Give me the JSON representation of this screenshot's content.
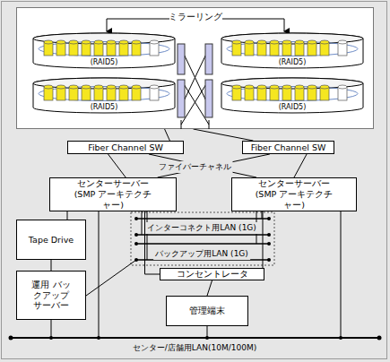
{
  "diagram": {
    "nodes": [
      {
        "text": [
          "ミラーリング"
        ]
      },
      {
        "text": [
          "(RAID5)"
        ],
        "in": 0
      },
      {
        "text": [
          "(RAID5)"
        ],
        "in": 0
      },
      {
        "text": [
          "(RAID5)"
        ],
        "in": 0
      },
      {
        "text": [
          "(RAID5)"
        ],
        "in": 0
      },
      {
        "text": [
          "Fiber Channel SW"
        ]
      },
      {
        "text": [
          "Fiber Channel SW"
        ]
      },
      {
        "text": [
          "センターサーバー (SMP アーキテクチャー)"
        ]
      },
      {
        "text": [
          "センターサーバー (SMP アーキテクチャー)"
        ]
      },
      {
        "text": [
          "Tape Drive"
        ]
      },
      {
        "text": [
          "運用 バックアップ サーバー"
        ]
      },
      {
        "text": [
          "コンセントレータ"
        ]
      },
      {
        "text": [
          "管理端末"
        ]
      }
    ],
    "edges": [
      {
        "from": 0,
        "to": 5,
        "arrow": "none"
      },
      {
        "from": 0,
        "to": 6,
        "arrow": "none"
      },
      {
        "from": 5,
        "to": 7,
        "arrow": "none"
      },
      {
        "from": 5,
        "to": 8,
        "arrow": "none"
      },
      {
        "from": 6,
        "to": 7,
        "arrow": "none"
      },
      {
        "from": 6,
        "to": 8,
        "arrow": "none"
      },
      {
        "from": 7,
        "to": 11,
        "arrow": "none"
      },
      {
        "from": 8,
        "to": 11,
        "arrow": "none"
      },
      {
        "from": 11,
        "to": 12,
        "arrow": "none"
      },
      {
        "from": 10,
        "to": 9,
        "arrow": "none"
      }
    ],
    "labels": [
      "ファイバーチャネル",
      "インターコネクト用LAN (1G)",
      "バックアップ用LAN (1G)",
      "センター/店舗用LAN(10M/100M)"
    ]
  }
}
